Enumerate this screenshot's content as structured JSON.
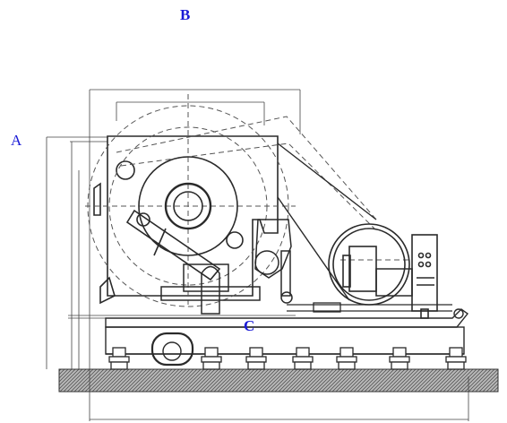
{
  "labels": {
    "a": "A",
    "b": "B",
    "c": "C"
  },
  "colors": {
    "label": "#1a1ad6",
    "line": "#2a2a2a",
    "ground_fill": "#8a8a8a"
  },
  "icons": {
    "motor": "electric-motor-icon",
    "control_panel": "control-panel-icon"
  }
}
